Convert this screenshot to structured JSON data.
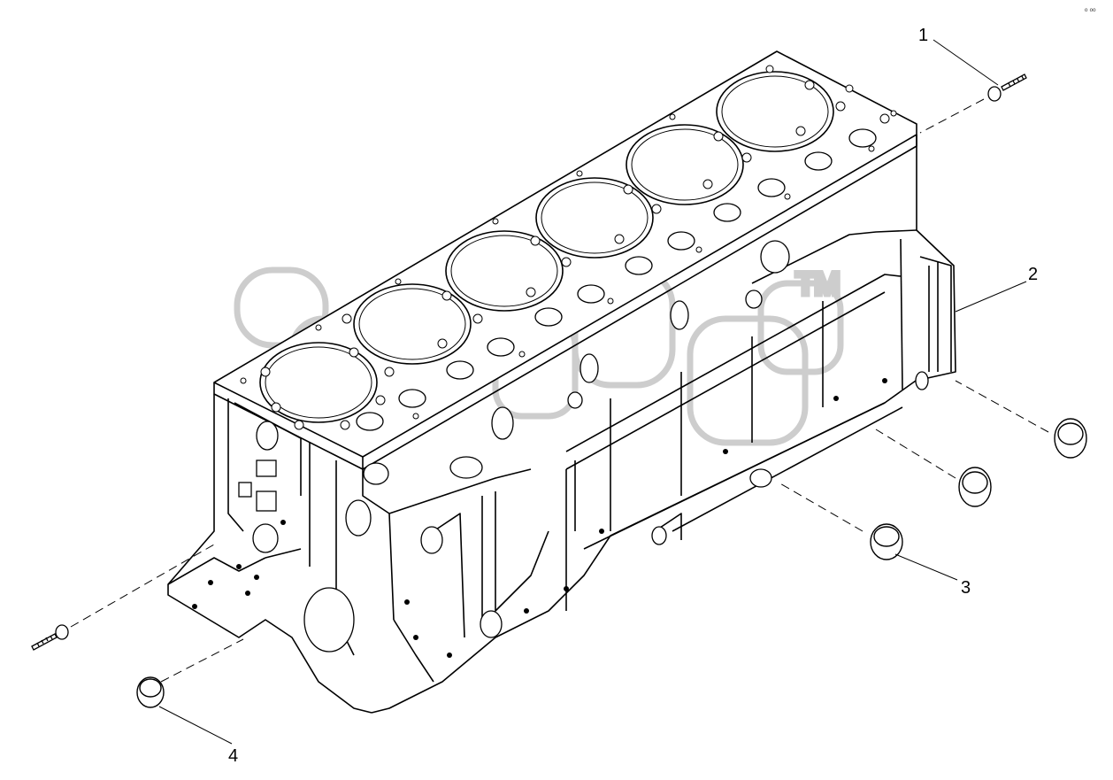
{
  "figure": {
    "callouts": [
      {
        "label": "1"
      },
      {
        "label": "2"
      },
      {
        "label": "3"
      },
      {
        "label": "4"
      }
    ],
    "corner_mark": "º ºº",
    "watermark_mark": "TM"
  }
}
